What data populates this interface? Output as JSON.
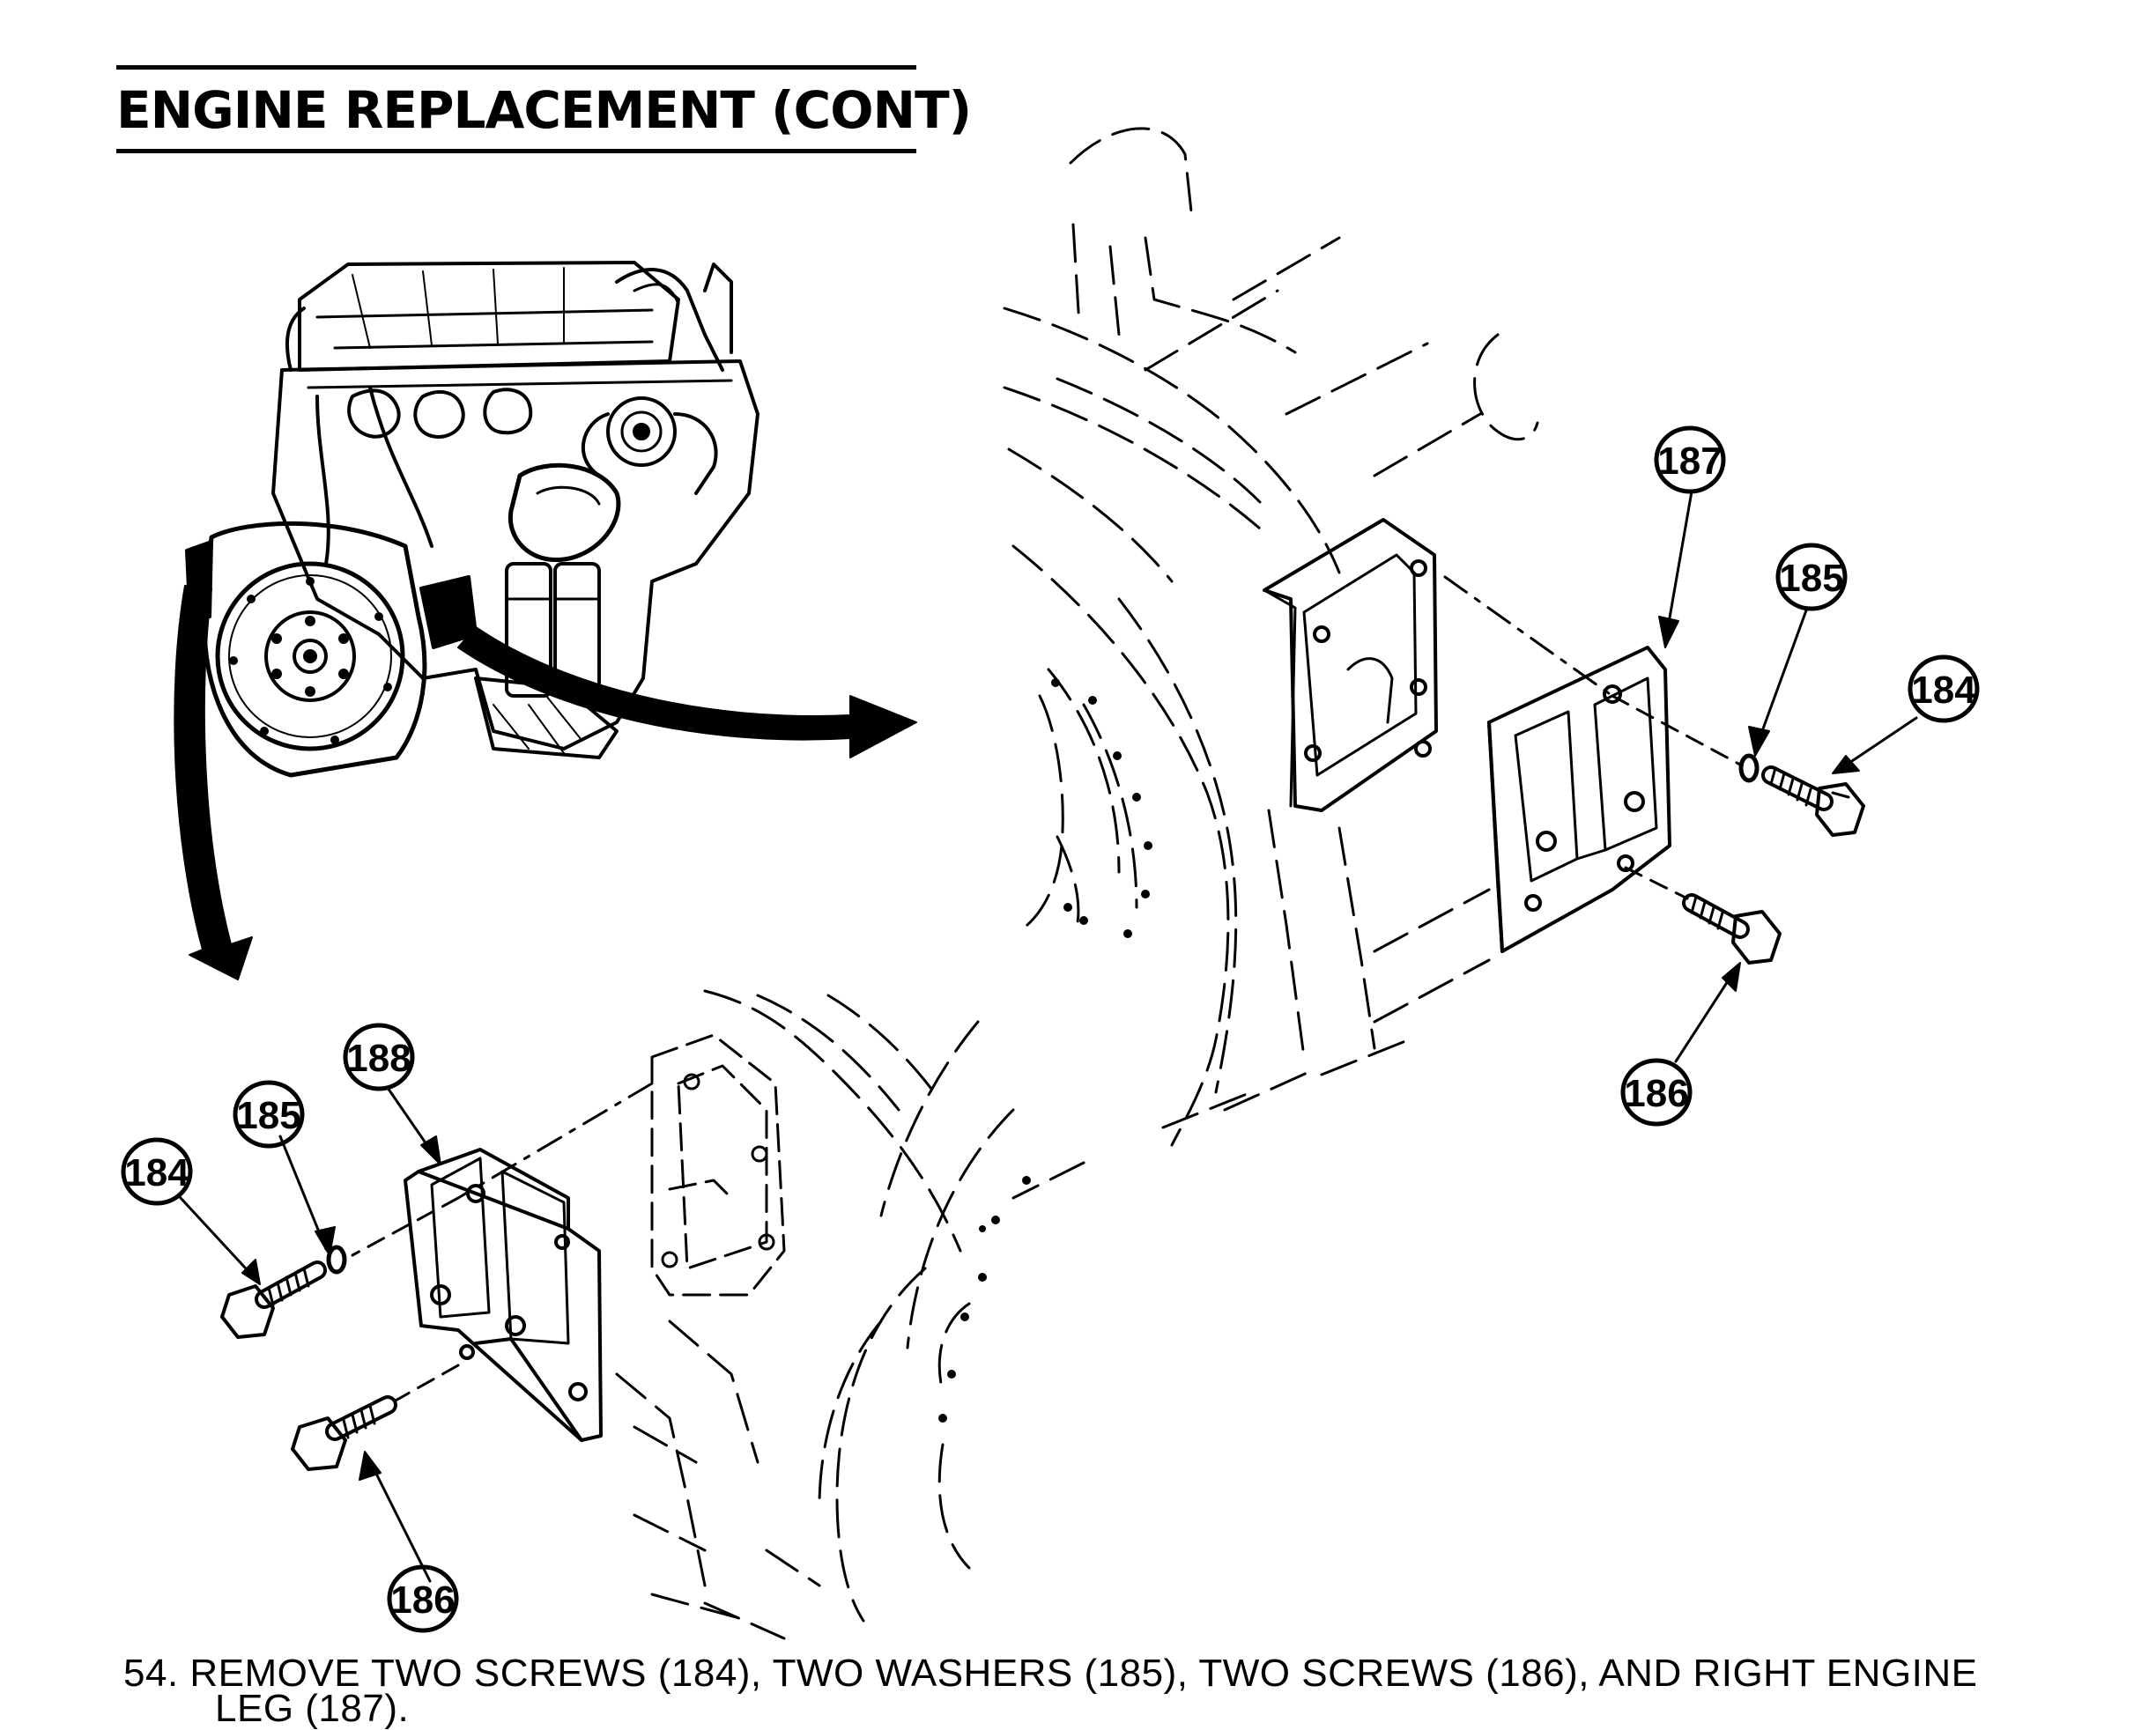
{
  "header": {
    "title": "ENGINE REPLACEMENT (CONT)"
  },
  "callouts": {
    "upper_187": "187",
    "upper_185": "185",
    "upper_184": "184",
    "upper_186": "186",
    "lower_188": "188",
    "lower_185": "185",
    "lower_184": "184",
    "lower_186": "186"
  },
  "step": {
    "line1": "54. REMOVE TWO SCREWS (184), TWO WASHERS (185), TWO SCREWS (186), AND RIGHT ENGINE",
    "line2": "LEG (187)."
  },
  "colors": {
    "ink": "#000000",
    "paper": "#ffffff"
  }
}
